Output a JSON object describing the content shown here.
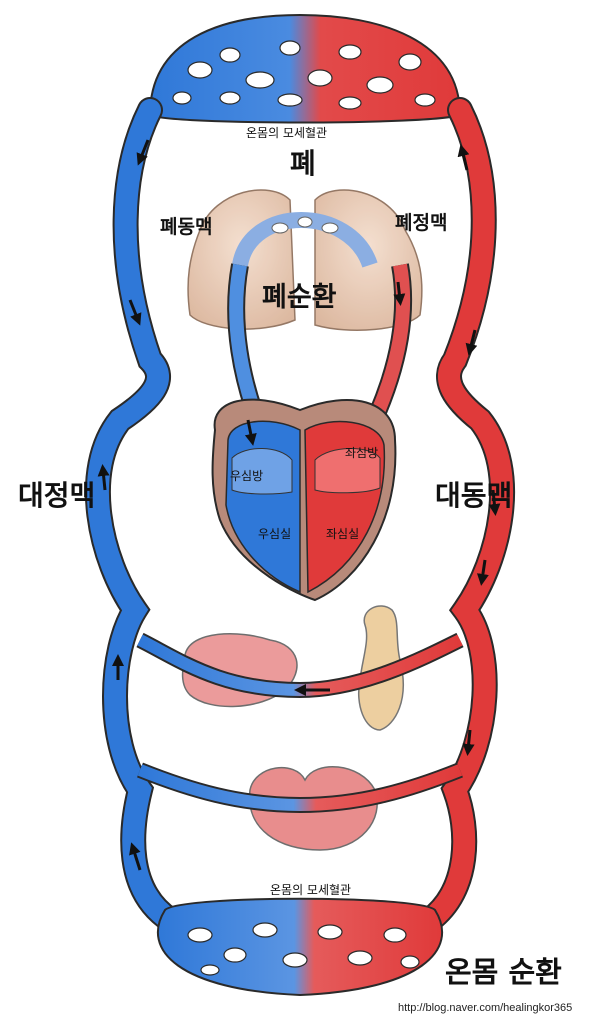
{
  "labels": {
    "capillary_top": "온몸의 모세혈관",
    "lung": "폐",
    "pulmonary_artery": "폐동맥",
    "pulmonary_vein": "폐정맥",
    "pulmonary_circulation": "폐순환",
    "right_atrium": "우심방",
    "left_atrium": "좌심방",
    "right_ventricle": "우심실",
    "left_ventricle": "좌심실",
    "vena_cava": "대정맥",
    "aorta": "대동맥",
    "capillary_bottom": "온몸의 모세혈관",
    "systemic_circulation": "온몸 순환",
    "source_url": "http://blog.naver.com/healingkor365"
  },
  "colors": {
    "venous_blue": "#2f78d8",
    "arterial_red": "#e03a3a",
    "lung_tissue": "#e9c7b0",
    "outline": "#2a2a2a"
  }
}
